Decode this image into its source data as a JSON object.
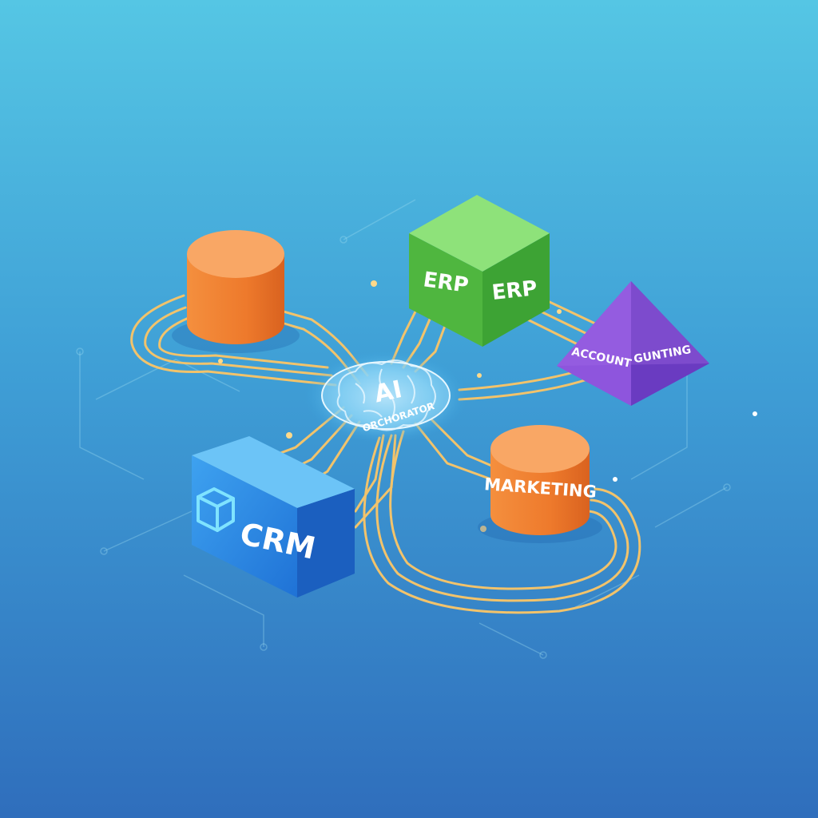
{
  "colors": {
    "bg_top": "#55c6e4",
    "bg_bottom": "#2f6ebc",
    "wire": "#f2c36b",
    "node_orange": "#f08a3c",
    "node_green": "#5cc14e",
    "node_purple": "#8a4fd6",
    "node_blue": "#2f8be2",
    "hub_glow": "#bfe8ff"
  },
  "hub": {
    "title": "AI",
    "subtitle": "ORCHORATOR",
    "icon": "brain-icon"
  },
  "nodes": {
    "database": {
      "shape": "cylinder",
      "label": ""
    },
    "erp": {
      "shape": "cube",
      "label_left": "ERP",
      "label_right": "ERP"
    },
    "accounting": {
      "shape": "pyramid",
      "label_left": "ACCOUNT",
      "label_right": "GUNTING"
    },
    "marketing": {
      "shape": "cylinder",
      "label": "MARKETING"
    },
    "crm": {
      "shape": "block",
      "label": "CRM",
      "icon": "box-logo-icon"
    }
  }
}
